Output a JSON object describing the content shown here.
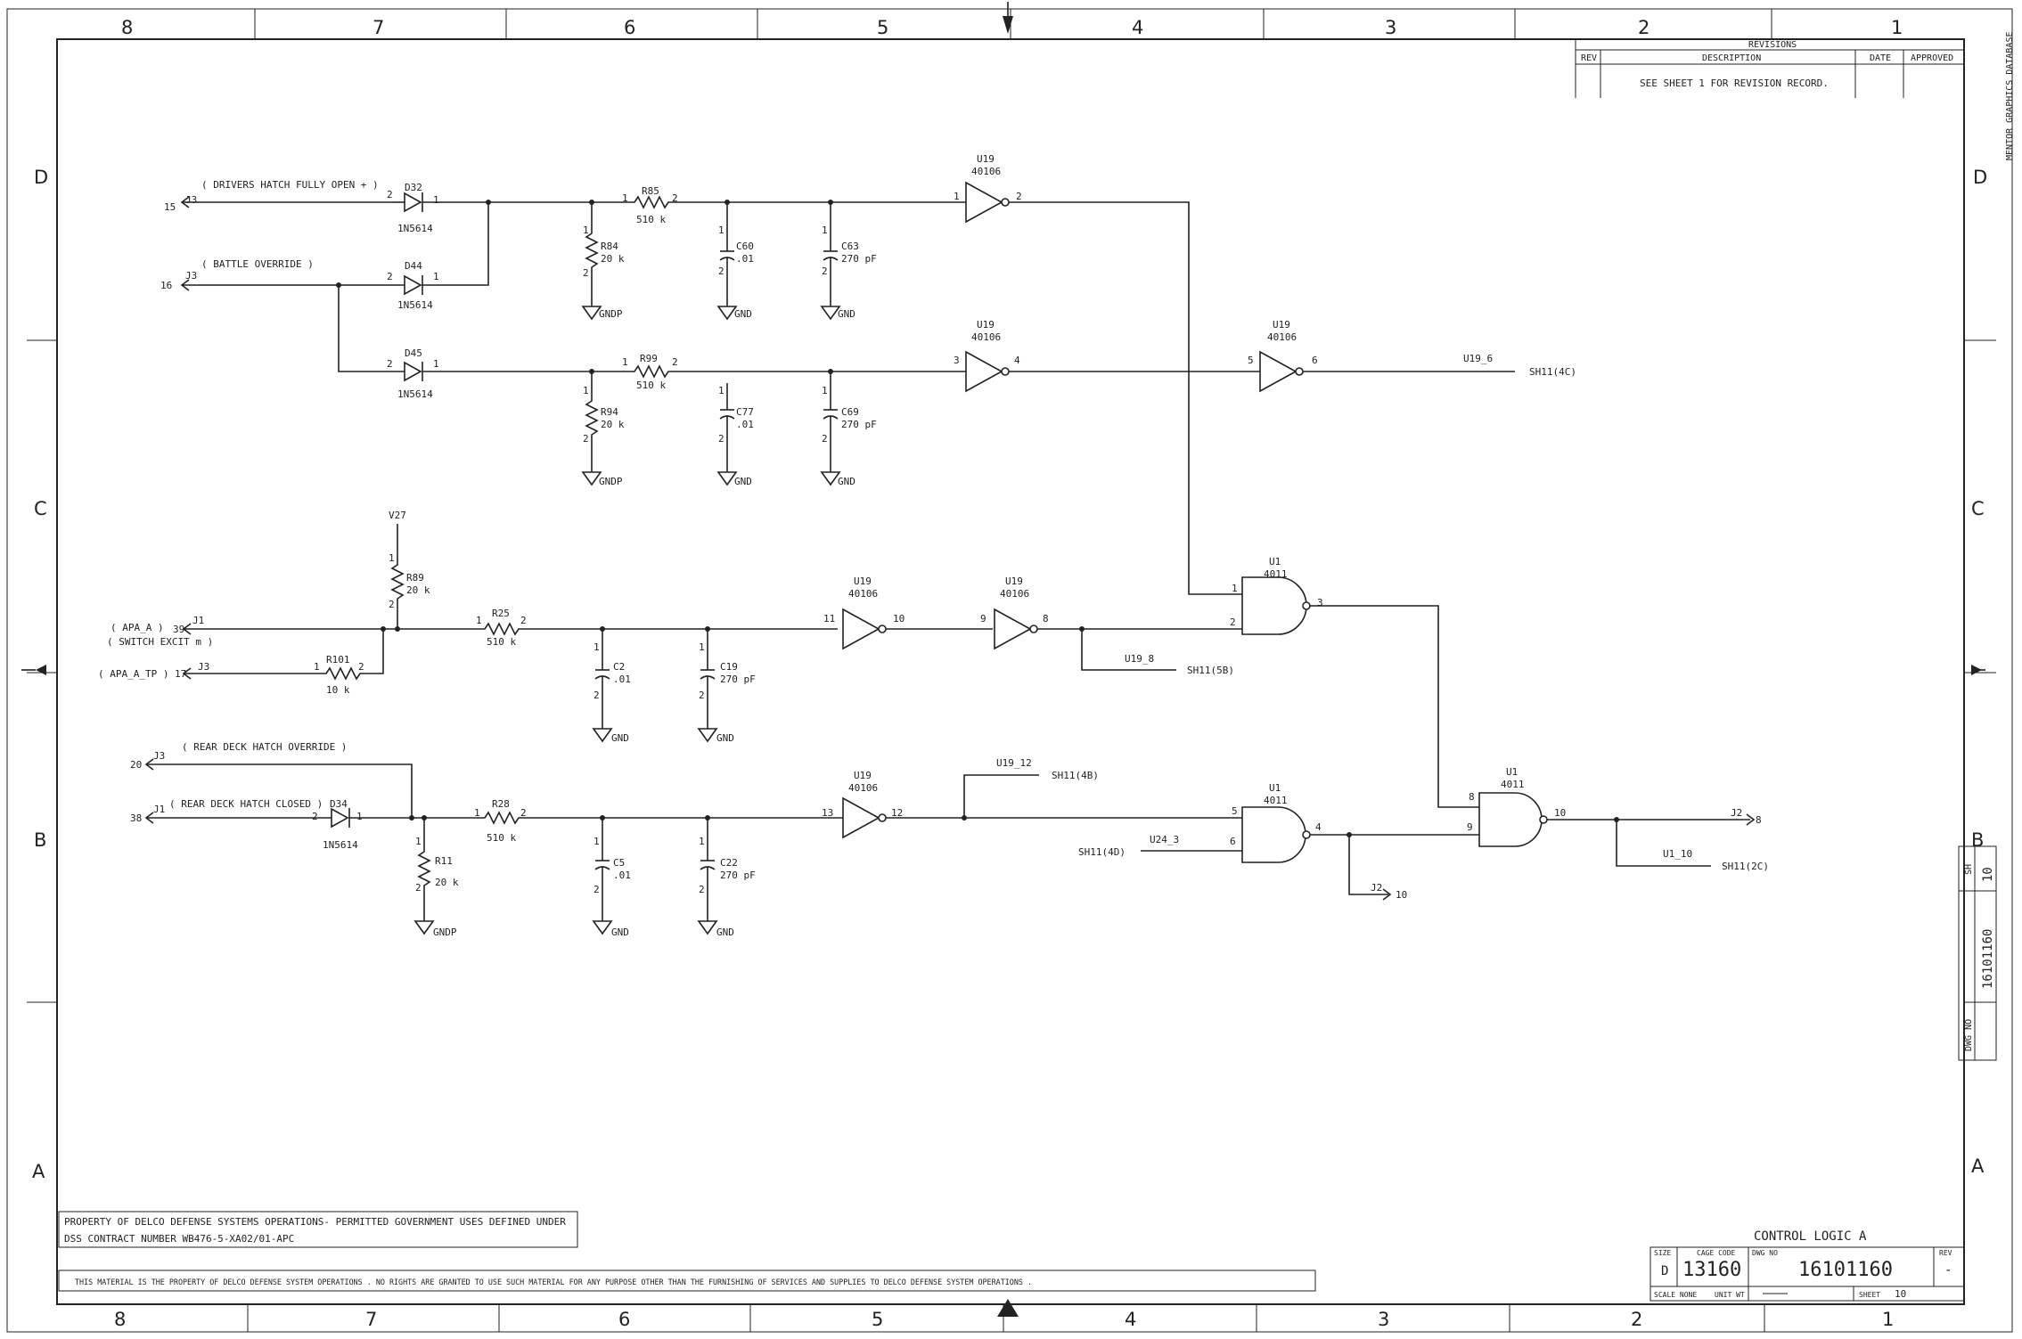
{
  "zones_top": [
    "8",
    "7",
    "6",
    "5",
    "4",
    "3",
    "2",
    "1"
  ],
  "zones_side": [
    "D",
    "C",
    "B",
    "A"
  ],
  "revisions": {
    "title": "REVISIONS",
    "col_rev": "REV",
    "col_description": "DESCRIPTION",
    "col_date": "DATE",
    "col_approved": "APPROVED",
    "note": "SEE SHEET 1 FOR REVISION RECORD."
  },
  "side_watermark": "MENTOR GRAPHICS DATABASE",
  "side_block": {
    "sh_label": "SH",
    "sh": "10",
    "dwg_label": "DWG NO",
    "dwg": "16101160"
  },
  "notes": {
    "property_line1": "PROPERTY OF DELCO DEFENSE SYSTEMS OPERATIONS-  PERMITTED GOVERNMENT USES DEFINED UNDER",
    "property_line2": "DSS CONTRACT NUMBER WB476-5-XA02/01-APC",
    "material": "THIS MATERIAL IS THE PROPERTY OF DELCO DEFENSE SYSTEM OPERATIONS . NO RIGHTS ARE GRANTED TO USE SUCH MATERIAL FOR ANY PURPOSE OTHER THAN THE FURNISHING OF SERVICES AND SUPPLIES TO DELCO DEFENSE SYSTEM OPERATIONS ."
  },
  "title_block": {
    "title": "CONTROL LOGIC A",
    "size_label": "SIZE",
    "size": "D",
    "cage_label": "CAGE CODE",
    "cage": "13160",
    "dwg_label": "DWG NO",
    "dwg": "16101160",
    "rev_label": "REV",
    "rev": "-",
    "scale": "SCALE  NONE",
    "unit_wt": "UNIT WT",
    "sheet_label": "SHEET",
    "sheet": "10"
  },
  "schematic": {
    "j3_15": "15",
    "j3": "J3",
    "drivers_hatch": "( DRIVERS HATCH FULLY OPEN + )",
    "j3_16": "16",
    "battle_override": "( BATTLE OVERRIDE )",
    "d32": "D32",
    "d44": "D44",
    "d45": "D45",
    "d34": "D34",
    "diode_part": "1N5614",
    "r85": "R85",
    "r99": "R99",
    "r25": "R25",
    "r28": "R28",
    "r510": "510 k",
    "r84": "R84",
    "r94": "R94",
    "r89": "R89",
    "r11": "R11",
    "r101": "R101",
    "r20k": "20 k",
    "r10k": "10 k",
    "c60": "C60",
    "c63": "C63",
    "c77": "C77",
    "c69": "C69",
    "c2": "C2",
    "c19": "C19",
    "c5": "C5",
    "c22": "C22",
    "c01": ".01",
    "c270": "270 pF",
    "gnd": "GND",
    "gndp": "GNDP",
    "u19": "U19",
    "u19_part": "40106",
    "u1": "U1",
    "u1_part": "4011",
    "u19_6": "U19_6",
    "sh11_4c": "SH11(4C)",
    "v27": "V27",
    "j1": "J1",
    "apa_a": "( APA_A )",
    "pin39": "39",
    "switch_excit": "( SWITCH EXCIT m )",
    "apa_a_tp": "( APA_A_TP )",
    "pin17": "17",
    "u19_8": "U19_8",
    "sh11_5b": "SH11(5B)",
    "pin20": "20",
    "rear_override": "( REAR DECK HATCH  OVERRIDE )",
    "pin38": "38",
    "rear_closed": "( REAR DECK HATCH CLOSED )",
    "u19_12": "U19_12",
    "sh11_4b": "SH11(4B)",
    "sh11_4d": "SH11(4D)",
    "u24_3": "U24_3",
    "j2": "J2",
    "j2_8": "8",
    "j2_10": "10",
    "u1_10": "U1_10",
    "sh11_2c": "SH11(2C)",
    "p1": "1",
    "p2": "2",
    "p3": "3",
    "p4": "4",
    "p5": "5",
    "p6": "6",
    "p8": "8",
    "p9": "9",
    "p10": "10",
    "p11": "11",
    "p12": "12",
    "p13": "13"
  }
}
